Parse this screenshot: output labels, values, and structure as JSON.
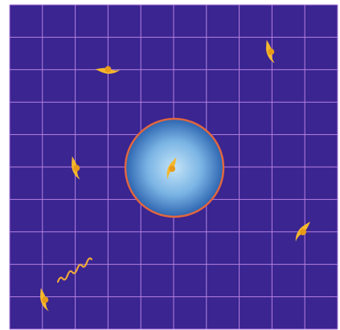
{
  "colors": {
    "background": "#3a2591",
    "grid_line": "#b681e0",
    "bubble_outline": "#e0663f",
    "bubble_center": "#c4e4f8",
    "bubble_mid": "#7ab4e4",
    "bubble_edge": "#2d64b0",
    "creature": "#f5b82e",
    "creature_dark": "#e89a1a",
    "squiggle": "#f0a83a"
  },
  "board": {
    "columns": 10,
    "rows": 10
  },
  "sprites": [
    {
      "name": "creature-sprite-upper-left",
      "icon": "crescent-creature-icon"
    },
    {
      "name": "creature-sprite-upper-right",
      "icon": "crescent-creature-icon"
    },
    {
      "name": "creature-sprite-left",
      "icon": "crescent-creature-icon"
    },
    {
      "name": "creature-sprite-in-bubble",
      "icon": "crescent-creature-icon"
    },
    {
      "name": "creature-sprite-right",
      "icon": "crescent-creature-icon"
    },
    {
      "name": "creature-sprite-lower-left",
      "icon": "crescent-creature-icon"
    },
    {
      "name": "squiggle-worm",
      "icon": "squiggle-worm-icon"
    },
    {
      "name": "bubble-orb",
      "icon": "bubble-orb-icon"
    }
  ]
}
